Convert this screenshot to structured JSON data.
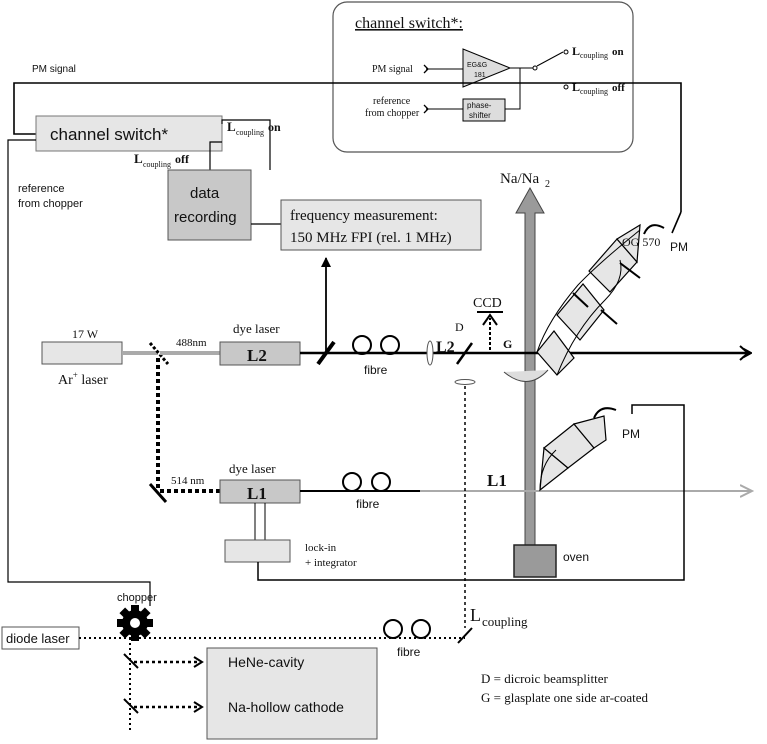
{
  "inset": {
    "title": "channel switch*:",
    "pm_signal": "PM signal",
    "amp_line1": "EG&G",
    "amp_line2": "181",
    "reference_line1": "reference",
    "reference_line2": "from chopper",
    "phase_line1": "phase-",
    "phase_line2": "shifter",
    "lcoupling_L": "L",
    "lcoupling_sub": "coupling",
    "on": "on",
    "off": "off"
  },
  "labels": {
    "pm_signal": "PM signal",
    "channel_switch": "channel switch*",
    "L": "L",
    "coupling_sub": "coupling",
    "on": "on",
    "off": "off",
    "reference_line1": "reference",
    "reference_line2": "from chopper",
    "data_line1": "data",
    "data_line2": "recording",
    "freq_line1": "frequency measurement:",
    "freq_line2": "150 MHz FPI (rel. 1 MHz)",
    "na": "Na/Na",
    "na_sub": "2",
    "og570": "OG 570",
    "pm": "PM",
    "ccd": "CCD",
    "power": "17 W",
    "ar_laser": "Ar",
    "ar_sup": "+",
    "ar_laser_suffix": " laser",
    "nm488": "488nm",
    "dye_laser": "dye laser",
    "L2": "L2",
    "fibre": "fibre",
    "D": "D",
    "G": "G",
    "nm514": "514 nm",
    "dye_laser_2": "dye  laser",
    "L1": "L1",
    "lockin_line1": "lock-in",
    "lockin_line2": "+ integrator",
    "oven": "oven",
    "chopper": "chopper",
    "diode_laser": "diode laser",
    "hene": "HeNe-cavity",
    "na_hollow": "Na-hollow cathode",
    "legend_D": "D = dicroic beamsplitter",
    "legend_G": "G = glasplate one side ar-coated"
  }
}
